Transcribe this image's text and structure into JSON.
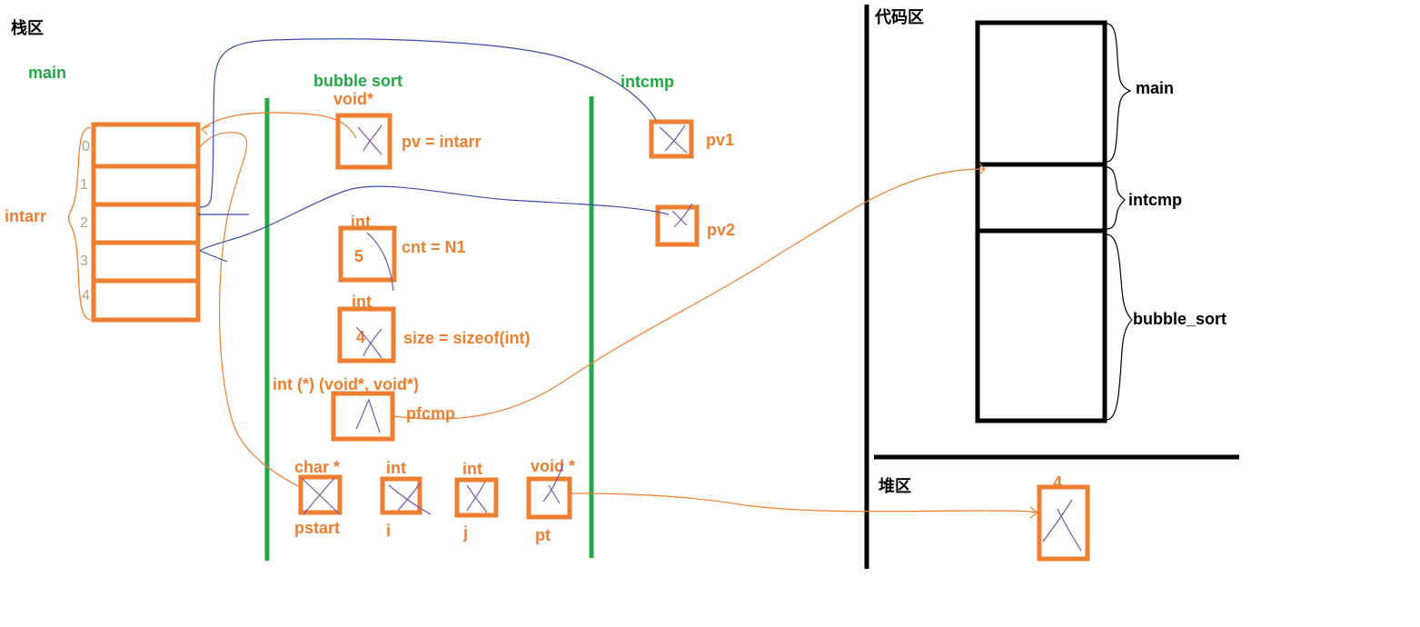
{
  "colors": {
    "orange": "#ef7f30",
    "green": "#22a844",
    "black": "#000000",
    "purple": "#7a55b5",
    "blue": "#3a4bb0"
  },
  "stack": {
    "title": "栈区",
    "main_label": "main",
    "array_label": "intarr",
    "indices": [
      "0",
      "1",
      "2",
      "3",
      "4"
    ]
  },
  "bubble_sort": {
    "title": "bubble  sort",
    "pv": {
      "type": "void*",
      "name": "pv  = intarr"
    },
    "cnt": {
      "type": "int",
      "value": "5",
      "name": "cnt  = N1"
    },
    "size": {
      "type": "int",
      "value": "4",
      "name": "size  = sizeof(int)"
    },
    "pfcmp": {
      "type": "int   (*)    (void*,  void*)",
      "name": "pfcmp"
    },
    "pstart": {
      "type": "char *",
      "name": "pstart"
    },
    "i": {
      "type": "int",
      "name": "i"
    },
    "j": {
      "type": "int",
      "name": "j"
    },
    "pt": {
      "type": "void *",
      "name": "pt"
    }
  },
  "intcmp": {
    "title": "intcmp",
    "pv1": "pv1",
    "pv2": "pv2"
  },
  "code_area": {
    "title": "代码区",
    "sections": [
      "main",
      "intcmp",
      "bubble_sort"
    ]
  },
  "heap": {
    "title": "堆区",
    "block_size": "4"
  }
}
